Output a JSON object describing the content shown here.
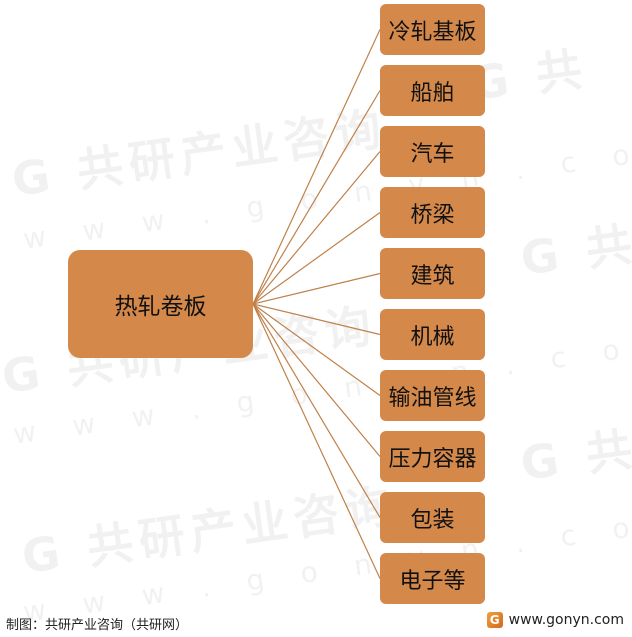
{
  "diagram": {
    "root": "热轧卷板",
    "children": [
      "冷轧基板",
      "船舶",
      "汽车",
      "桥梁",
      "建筑",
      "机械",
      "输油管线",
      "压力容器",
      "包装",
      "电子等"
    ]
  },
  "colors": {
    "box_fill": "#D4884A",
    "connector": "#C0814A"
  },
  "footer": {
    "source": "制图：共研产业咨询（共研网）",
    "website": "www.gonyn.com",
    "logo_icon": "logo-g-icon"
  }
}
